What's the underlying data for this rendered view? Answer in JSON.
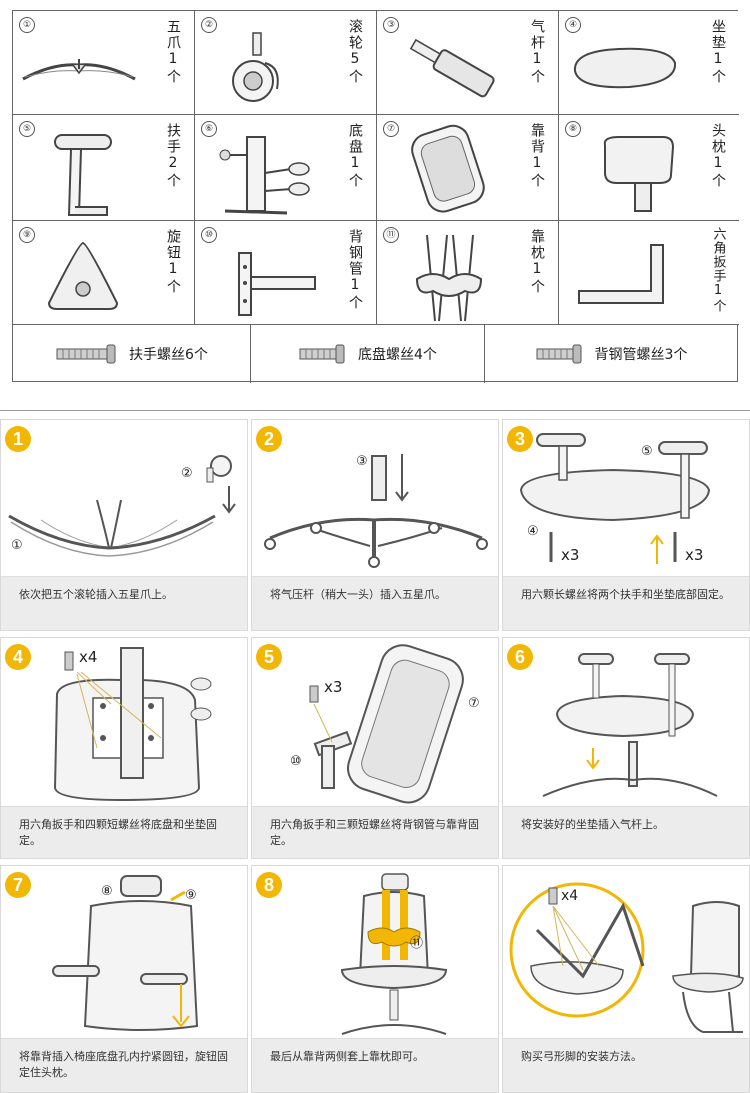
{
  "parts": [
    {
      "num": "①",
      "label": "五爪1个",
      "icon": "star-base-icon"
    },
    {
      "num": "②",
      "label": "滚轮5个",
      "icon": "caster-wheel-icon"
    },
    {
      "num": "③",
      "label": "气杆1个",
      "icon": "gas-lift-icon"
    },
    {
      "num": "④",
      "label": "坐垫1个",
      "icon": "seat-cushion-icon"
    },
    {
      "num": "⑤",
      "label": "扶手2个",
      "icon": "armrest-icon"
    },
    {
      "num": "⑥",
      "label": "底盘1个",
      "icon": "chassis-icon"
    },
    {
      "num": "⑦",
      "label": "靠背1个",
      "icon": "backrest-icon"
    },
    {
      "num": "⑧",
      "label": "头枕1个",
      "icon": "headrest-icon"
    },
    {
      "num": "⑨",
      "label": "旋钮1个",
      "icon": "knob-icon"
    },
    {
      "num": "⑩",
      "label": "背钢管1个",
      "icon": "back-tube-icon"
    },
    {
      "num": "⑪",
      "label": "靠枕1个",
      "icon": "lumbar-pillow-icon"
    },
    {
      "num": "",
      "label": "六角扳手1个",
      "icon": "hex-key-icon"
    }
  ],
  "screws": [
    {
      "label": "扶手螺丝6个",
      "icon": "screw-icon"
    },
    {
      "label": "底盘螺丝4个",
      "icon": "screw-icon"
    },
    {
      "label": "背钢管螺丝3个",
      "icon": "screw-icon"
    }
  ],
  "steps": [
    {
      "badge": "1",
      "caption": "依次把五个滚轮插入五星爪上。",
      "marks": {
        "a": "②",
        "b": "①"
      }
    },
    {
      "badge": "2",
      "caption": "将气压杆（稍大一头）插入五星爪。",
      "marks": {
        "a": "③"
      }
    },
    {
      "badge": "3",
      "caption": "用六颗长螺丝将两个扶手和坐垫底部固定。",
      "marks": {
        "a": "⑤",
        "b": "④",
        "c": "x3",
        "d": "x3"
      }
    },
    {
      "badge": "4",
      "caption": "用六角扳手和四颗短螺丝将底盘和坐垫固定。",
      "marks": {
        "a": "x4"
      }
    },
    {
      "badge": "5",
      "caption": "用六角扳手和三颗短螺丝将背钢管与靠背固定。",
      "marks": {
        "a": "x3",
        "b": "⑦",
        "c": "⑩"
      }
    },
    {
      "badge": "6",
      "caption": "将安装好的坐垫插入气杆上。",
      "marks": {}
    },
    {
      "badge": "7",
      "caption": "将靠背插入椅座底盘孔内拧紧圆钮，旋钮固定住头枕。",
      "marks": {
        "a": "⑧",
        "b": "⑨"
      }
    },
    {
      "badge": "8",
      "caption": "最后从靠背两侧套上靠枕即可。",
      "marks": {
        "a": "⑪"
      }
    },
    {
      "badge": "",
      "caption": "购买弓形脚的安装方法。",
      "marks": {
        "a": "x4"
      }
    }
  ],
  "colors": {
    "accent": "#f2b705",
    "caption_bg": "#ececec",
    "line": "#555555"
  }
}
